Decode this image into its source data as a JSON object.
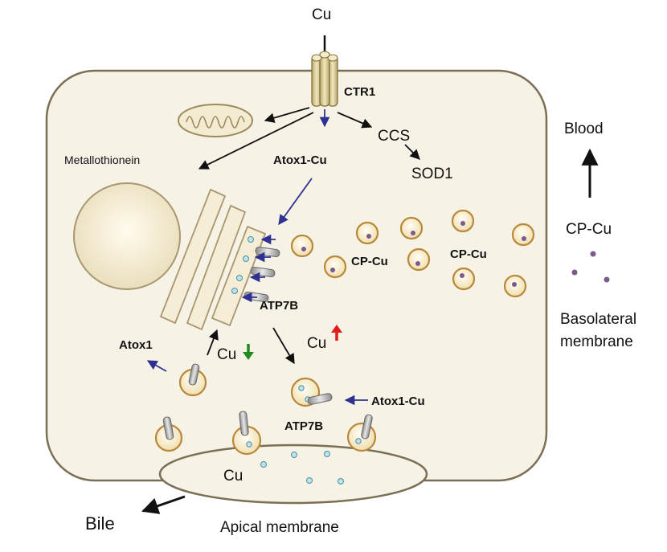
{
  "labels": {
    "cu_top": "Cu",
    "ctr1": "CTR1",
    "ccs": "CCS",
    "sod1": "SOD1",
    "metallothionein": "Metallothionein",
    "atox1_cu_top": "Atox1-Cu",
    "cp_cu_1": "CP-Cu",
    "cp_cu_2": "CP-Cu",
    "atp7b_mid": "ATP7B",
    "cu_up": "Cu",
    "atox1": "Atox1",
    "cu_down": "Cu",
    "atox1_cu_bottom": "Atox1-Cu",
    "atp7b_bottom": "ATP7B",
    "cu_lumen": "Cu",
    "blood": "Blood",
    "cp_cu_outside": "CP-Cu",
    "basolateral_1": "Basolateral",
    "basolateral_2": "membrane",
    "bile": "Bile",
    "apical": "Apical membrane"
  },
  "colors": {
    "cell_fill": "#f7f2e6",
    "cell_stroke": "#7a6e55",
    "organelle_fill": "#f3ebd2",
    "vesicle_fill": "#f2d9a0",
    "vesicle_stroke": "#b8893a",
    "copper_dot": "#7d5a8c",
    "lumen_dot": "#8fc7d4",
    "arrow_blue": "#2e3190",
    "arrow_black": "#111111",
    "up_red": "#e01b1b",
    "down_green": "#1f8a1f"
  }
}
